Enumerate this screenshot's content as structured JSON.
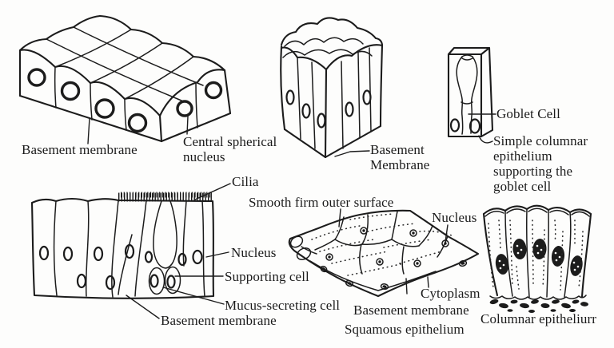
{
  "figure": {
    "description": "Types of epithelium — hand-drawn biology diagram",
    "ink": "#1c1c1c",
    "paper": "#fdfdfc"
  },
  "diagrams": {
    "cuboidal": {
      "labels": {
        "basement_membrane": "Basement membrane",
        "central_spherical_nucleus": "Central spherical\nnucleus"
      }
    },
    "columnar_block": {
      "labels": {
        "basement_membrane": "Basement\nMembrane"
      }
    },
    "goblet": {
      "labels": {
        "goblet_cell": "Goblet Cell",
        "simple_columnar": "Simple columnar\nepithelium\nsupporting the\ngoblet cell"
      }
    },
    "pseudostratified": {
      "labels": {
        "cilia": "Cilia",
        "nucleus": "Nucleus",
        "supporting_cell": "Supporting cell",
        "mucus_secreting_cell": "Mucus-secreting cell",
        "basement_membrane": "Basement membrane"
      }
    },
    "squamous": {
      "labels": {
        "smooth_surface": "Smooth firm outer surface",
        "nucleus": "Nucleus",
        "cytoplasm": "Cytoplasm",
        "basement_membrane": "Basement membrane",
        "caption": "Squamous epithelium"
      }
    },
    "columnar": {
      "labels": {
        "caption": "Columnar epitheliurr"
      }
    }
  }
}
